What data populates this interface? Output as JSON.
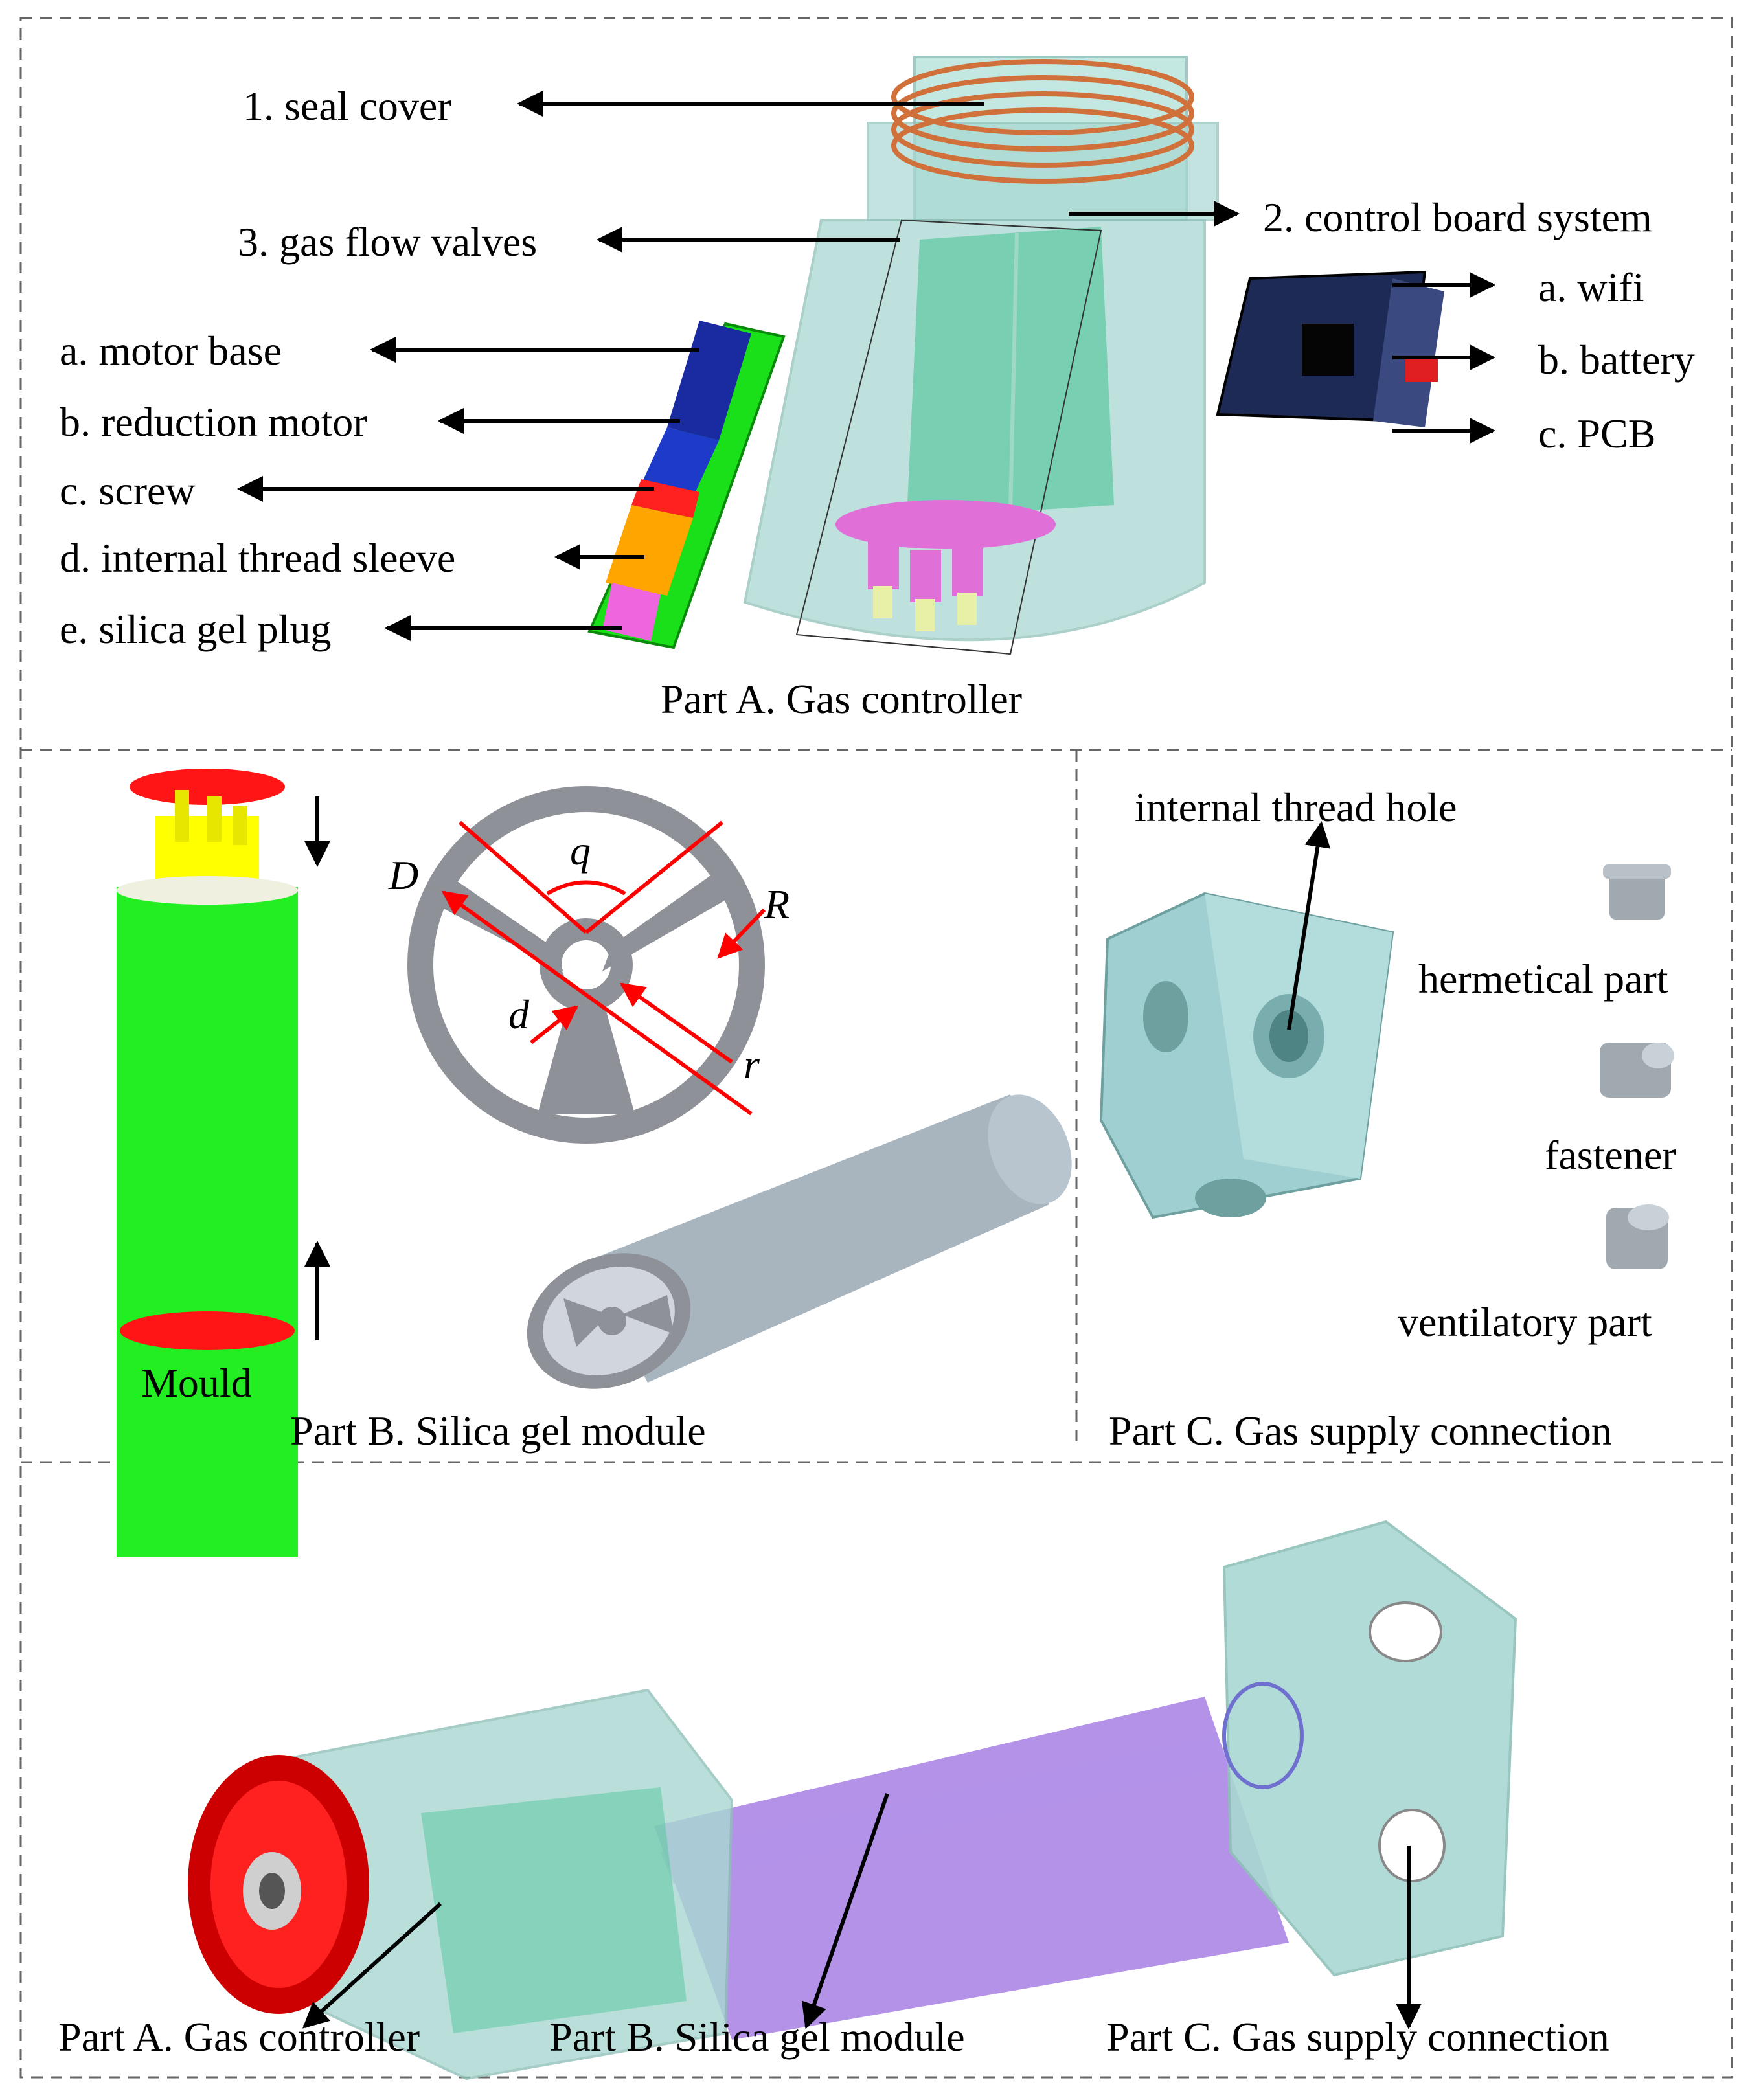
{
  "part_a": {
    "caption": "Part A. Gas controller",
    "labels": {
      "seal_cover": "1. seal cover",
      "control_board": "2. control board system",
      "gas_flow_valves": "3. gas flow valves",
      "motor_base": "a. motor base",
      "reduction_motor": "b. reduction motor",
      "screw": "c. screw",
      "thread_sleeve": "d. internal thread sleeve",
      "silica_plug": "e. silica gel plug",
      "wifi": "a. wifi",
      "battery": "b. battery",
      "pcb": "c. PCB"
    }
  },
  "part_b": {
    "caption": "Part B. Silica gel module",
    "mould": "Mould",
    "dims": {
      "D": "D",
      "q": "q",
      "R": "R",
      "d": "d",
      "r": "r"
    }
  },
  "part_c": {
    "caption": "Part C. Gas supply connection",
    "internal_thread_hole": "internal thread hole",
    "hermetical_part": "hermetical part",
    "fastener": "fastener",
    "ventilatory_part": "ventilatory part"
  },
  "assembly": {
    "part_a": "Part A. Gas controller",
    "part_b": "Part B. Silica gel module",
    "part_c": "Part C. Gas supply connection"
  },
  "colors": {
    "housing": "#a9d8d2",
    "motor_base": "#19e019",
    "motor": "#1a2aa0",
    "screw": "#ff2020",
    "sleeve": "#ffa500",
    "plug": "#ee66dd",
    "mould_body": "#22ee22",
    "mould_cap": "#ff1515",
    "mould_core": "#ffff00",
    "silica": "#8e9198",
    "silica_tube": "#a8b5bf",
    "purple_tube": "#9a6ee0",
    "dim_line": "#ff0000"
  }
}
